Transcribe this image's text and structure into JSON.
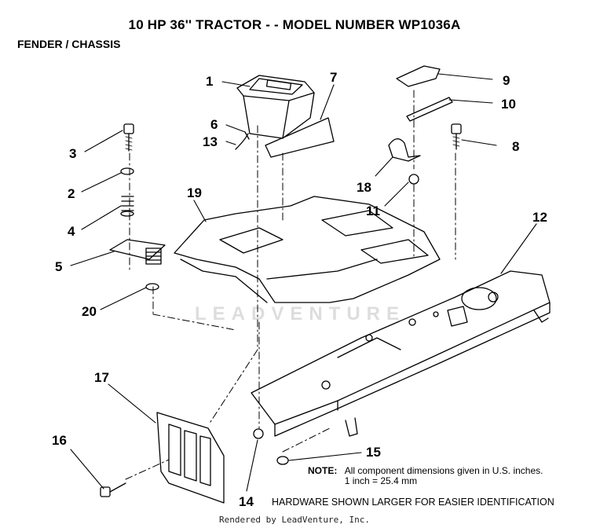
{
  "header": {
    "title": "10 HP 36'' TRACTOR  - - MODEL NUMBER  WP1036A",
    "subtitle": "FENDER / CHASSIS"
  },
  "callouts": [
    {
      "id": "1",
      "label": "1"
    },
    {
      "id": "2",
      "label": "2"
    },
    {
      "id": "3",
      "label": "3"
    },
    {
      "id": "4",
      "label": "4"
    },
    {
      "id": "5",
      "label": "5"
    },
    {
      "id": "6",
      "label": "6"
    },
    {
      "id": "7",
      "label": "7"
    },
    {
      "id": "8",
      "label": "8"
    },
    {
      "id": "9",
      "label": "9"
    },
    {
      "id": "10",
      "label": "10"
    },
    {
      "id": "11",
      "label": "11"
    },
    {
      "id": "12",
      "label": "12"
    },
    {
      "id": "13",
      "label": "13"
    },
    {
      "id": "14",
      "label": "14"
    },
    {
      "id": "15",
      "label": "15"
    },
    {
      "id": "16",
      "label": "16"
    },
    {
      "id": "17",
      "label": "17"
    },
    {
      "id": "18",
      "label": "18"
    },
    {
      "id": "19",
      "label": "19"
    },
    {
      "id": "20",
      "label": "20"
    }
  ],
  "note": {
    "label": "NOTE:",
    "line1": "All component dimensions given in U.S. inches.",
    "line2": "1 inch = 25.4 mm"
  },
  "hardware_note": "HARDWARE SHOWN LARGER FOR EASIER IDENTIFICATION",
  "footer": "Rendered by LeadVenture, Inc.",
  "watermark": "LEADVENTURE"
}
